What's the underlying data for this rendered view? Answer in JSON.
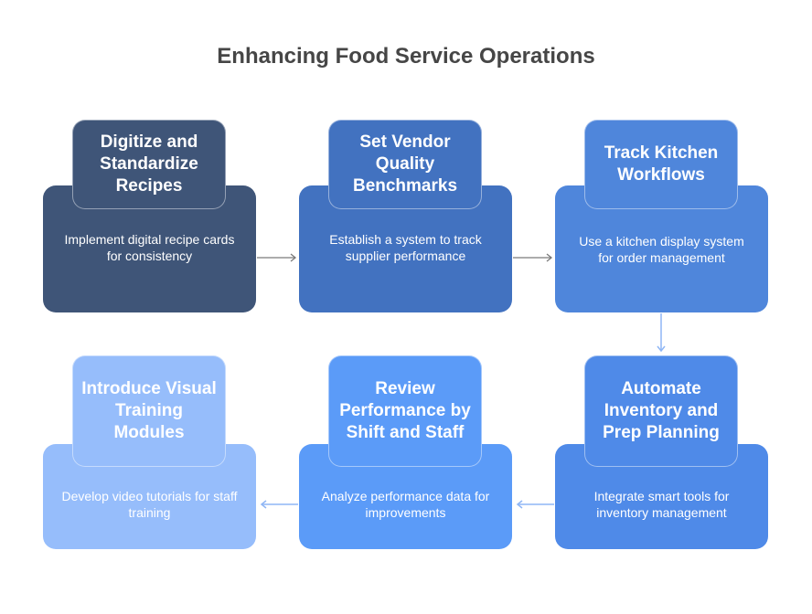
{
  "title": "Enhancing Food Service Operations",
  "steps": [
    {
      "heading": "Digitize and Standardize Recipes",
      "description": "Implement digital recipe cards for consistency",
      "color": "#3f5578"
    },
    {
      "heading": "Set Vendor Quality Benchmarks",
      "description": "Establish a system to track supplier performance",
      "color": "#4272c0"
    },
    {
      "heading": "Track Kitchen Workflows",
      "description": "Use a kitchen display system for order management",
      "color": "#4f86db"
    },
    {
      "heading": "Automate Inventory and Prep Planning",
      "description": "Integrate smart tools for inventory management",
      "color": "#4f8ae8"
    },
    {
      "heading": "Review Performance by Shift and Staff",
      "description": "Analyze performance data for improvements",
      "color": "#5b9bf8"
    },
    {
      "heading": "Introduce Visual Training Modules",
      "description": "Develop video tutorials for staff training",
      "color": "#96bdfb"
    }
  ],
  "connectors": {
    "dark_color": "#7b7b7b",
    "light_color": "#8fb6f5"
  }
}
